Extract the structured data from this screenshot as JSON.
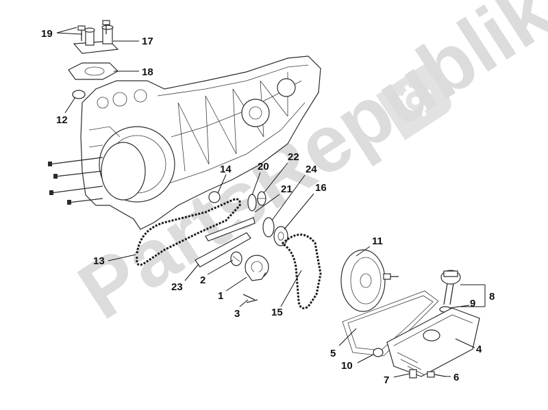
{
  "diagram": {
    "watermark": {
      "text": "PartsRepublik",
      "icon": "gear-icon"
    },
    "callouts": [
      {
        "id": "c19",
        "label": "19"
      },
      {
        "id": "c17",
        "label": "17"
      },
      {
        "id": "c18",
        "label": "18"
      },
      {
        "id": "c12",
        "label": "12"
      },
      {
        "id": "c20",
        "label": "20"
      },
      {
        "id": "c22",
        "label": "22"
      },
      {
        "id": "c24",
        "label": "24"
      },
      {
        "id": "c14",
        "label": "14"
      },
      {
        "id": "c21",
        "label": "21"
      },
      {
        "id": "c16",
        "label": "16"
      },
      {
        "id": "c11",
        "label": "11"
      },
      {
        "id": "c13",
        "label": "13"
      },
      {
        "id": "c2",
        "label": "2"
      },
      {
        "id": "c23",
        "label": "23"
      },
      {
        "id": "c1",
        "label": "1"
      },
      {
        "id": "c3",
        "label": "3"
      },
      {
        "id": "c15",
        "label": "15"
      },
      {
        "id": "c8",
        "label": "8"
      },
      {
        "id": "c9",
        "label": "9"
      },
      {
        "id": "c4",
        "label": "4"
      },
      {
        "id": "c5",
        "label": "5"
      },
      {
        "id": "c10",
        "label": "10"
      },
      {
        "id": "c7",
        "label": "7"
      },
      {
        "id": "c6",
        "label": "6"
      }
    ]
  }
}
